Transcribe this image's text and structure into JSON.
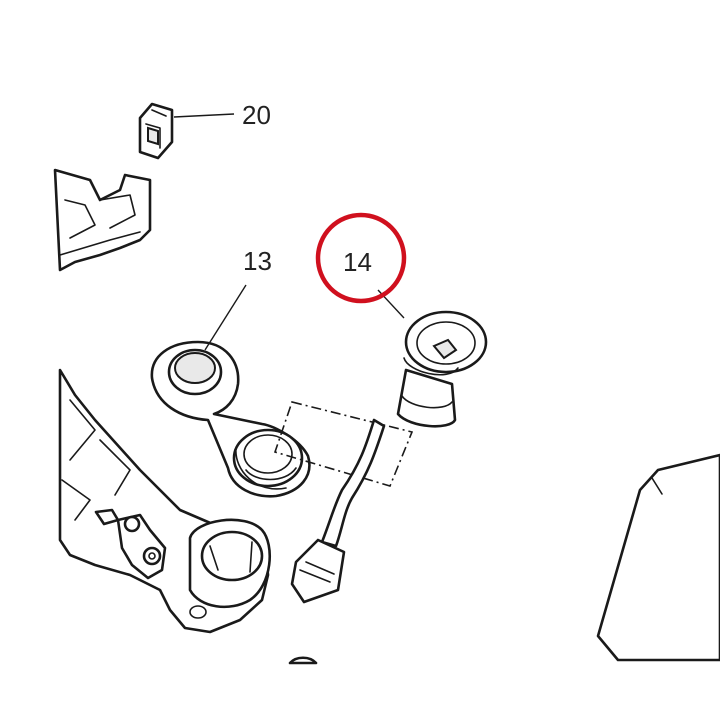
{
  "callouts": [
    {
      "id": "part-20",
      "label": "20"
    },
    {
      "id": "part-13",
      "label": "13"
    },
    {
      "id": "part-14",
      "label": "14"
    }
  ],
  "highlight": {
    "target": "part-14",
    "color": "#d0101e"
  }
}
